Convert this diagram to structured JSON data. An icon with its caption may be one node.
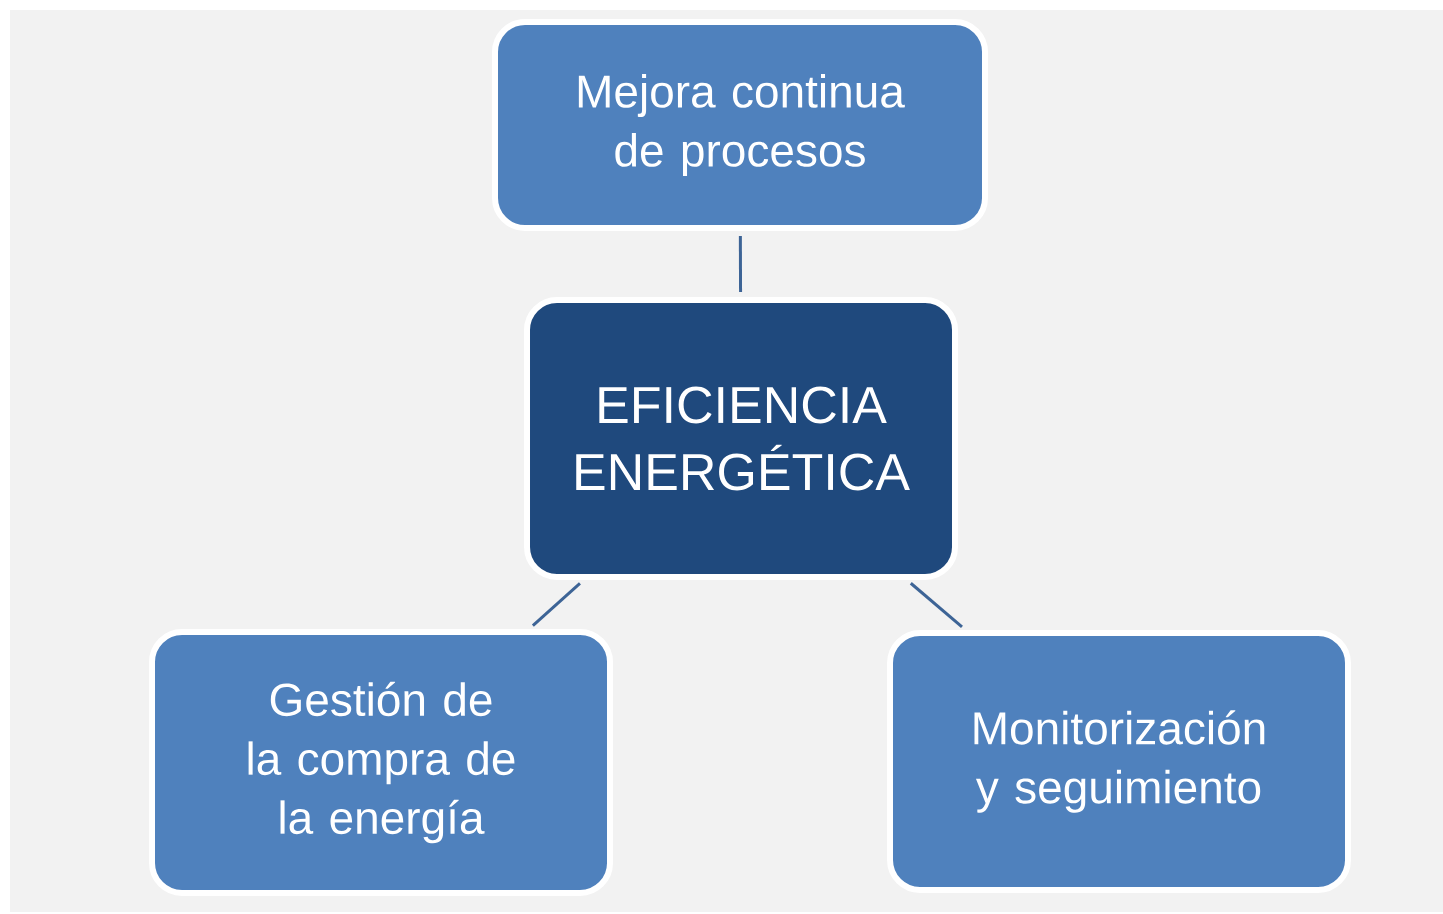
{
  "diagram": {
    "nodes": [
      {
        "text": [
          "EFICIENCIA ENERGÉTICA"
        ]
      },
      {
        "text": [
          "Mejora continua de procesos"
        ]
      },
      {
        "text": [
          "Gestión de la compra de la energía"
        ]
      },
      {
        "text": [
          "Monitorización y seguimiento"
        ]
      }
    ],
    "edges": [
      {
        "from": 0,
        "to": 1,
        "arrow": "none"
      },
      {
        "from": 0,
        "to": 2,
        "arrow": "none"
      },
      {
        "from": 0,
        "to": 3,
        "arrow": "none"
      }
    ]
  }
}
